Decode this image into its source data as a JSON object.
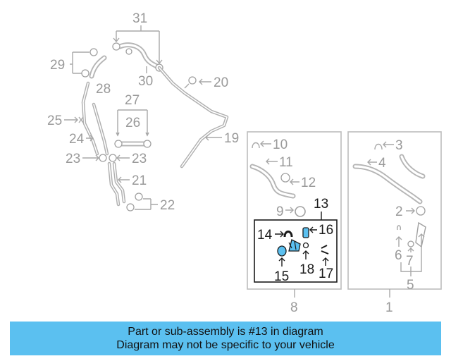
{
  "callouts": {
    "c1": "1",
    "c2": "2",
    "c3": "3",
    "c4": "4",
    "c5": "5",
    "c6": "6",
    "c7": "7",
    "c8": "8",
    "c9": "9",
    "c10": "10",
    "c11": "11",
    "c12": "12",
    "c13": "13",
    "c14": "14",
    "c15": "15",
    "c16": "16",
    "c17": "17",
    "c18": "18",
    "c19": "19",
    "c20": "20",
    "c21": "21",
    "c22": "22",
    "c23a": "23",
    "c23b": "23",
    "c24": "24",
    "c25": "25",
    "c26": "26",
    "c27": "27",
    "c28": "28",
    "c29": "29",
    "c30": "30",
    "c31": "31"
  },
  "colors": {
    "highlight": "#5bc0f0",
    "part_gray": "#a8a8a8",
    "selected_part": "#1a1a1a"
  },
  "banner": {
    "line1": "Part or sub-assembly is #13 in diagram",
    "line2": "Diagram may not be specific to your vehicle"
  }
}
